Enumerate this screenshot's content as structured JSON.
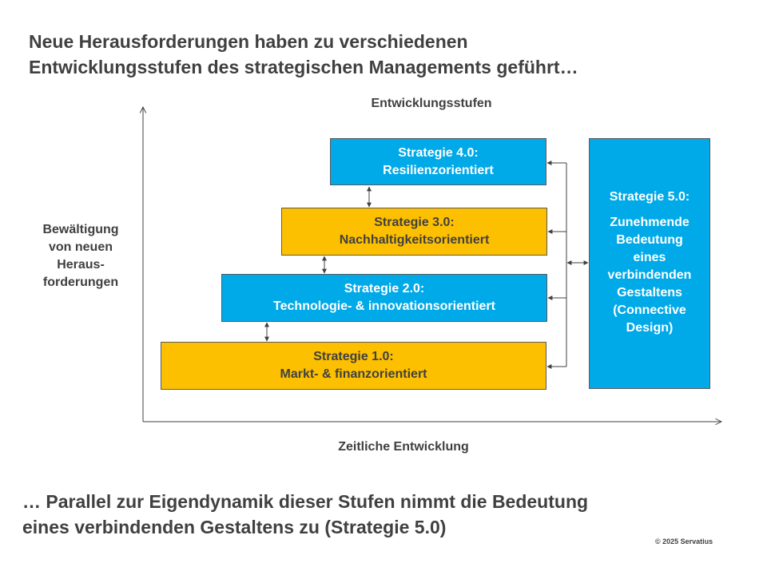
{
  "title": {
    "line1": "Neue Herausforderungen haben zu verschiedenen",
    "line2": "Entwicklungsstufen des strategischen Managements geführt…"
  },
  "diagram": {
    "top_label": "Entwicklungsstufen",
    "y_axis_label": [
      "Bewältigung",
      "von neuen",
      "Heraus-",
      "forderungen"
    ],
    "x_axis_label": "Zeitliche Entwicklung",
    "stages": [
      {
        "name": "Strategie 1.0:",
        "desc": "Markt- & finanzorientiert",
        "color": "#fdc000"
      },
      {
        "name": "Strategie 2.0:",
        "desc": "Technologie- & innovationsorientiert",
        "color": "#00a9e8"
      },
      {
        "name": "Strategie 3.0:",
        "desc": "Nachhaltigkeitsorientiert",
        "color": "#fdc000"
      },
      {
        "name": "Strategie 4.0:",
        "desc": "Resilienzorientiert",
        "color": "#00a9e8"
      }
    ],
    "strategy5": {
      "name": "Strategie 5.0:",
      "lines": [
        "Zunehmende",
        "Bedeutung",
        "eines",
        "verbindenden",
        "Gestaltens",
        "(Connective",
        "Design)"
      ],
      "color": "#00a9e8"
    }
  },
  "bottom": {
    "line1": "… Parallel zur Eigendynamik dieser Stufen nimmt die Bedeutung",
    "line2": "eines verbindenden Gestaltens zu (Strategie 5.0)"
  },
  "copyright": "© 2025 Servatius"
}
